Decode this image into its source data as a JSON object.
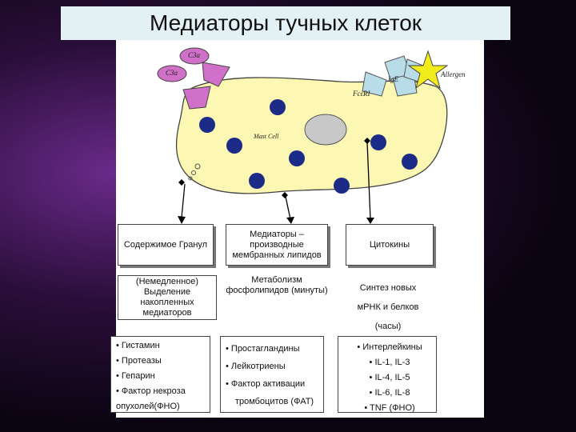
{
  "slide": {
    "title": "Медиаторы тучных клеток"
  },
  "diagram": {
    "labels": {
      "c3a_top": "C3a",
      "c3a_left": "C3a",
      "ige": "IgE",
      "fcri": "FcεRI",
      "allergen": "Allergen",
      "mast_cell": "Mast Cell"
    },
    "columns": [
      {
        "header": "Содержимое Гранул",
        "timing": "(Немедленное) Выделение накопленных медиаторов",
        "items": [
          "• Гистамин",
          "• Протеазы",
          "• Гепарин",
          "• Фактор некроза",
          "опухолей(ФНО)"
        ]
      },
      {
        "header": "Медиаторы – производные мембранных липидов",
        "timing": "Метаболизм фосфолипидов (минуты)",
        "items": [
          "• Простагландины",
          "• Лейкотриены",
          "• Фактор активации",
          "тромбоцитов (ФАТ)"
        ]
      },
      {
        "header": "Цитокины",
        "timing": [
          "Синтез новых",
          "мРНК и белков",
          "(часы)"
        ],
        "items": [
          "• Интерлейкины",
          "• IL-1, IL-3",
          "• IL-4, IL-5",
          "• IL-6, IL-8",
          "• TNF (ФНО)"
        ]
      }
    ]
  },
  "colors": {
    "cell": "#fcf8b4",
    "receptor": "#d070c8",
    "ige": "#b8dce8",
    "allergen": "#f2ec1c",
    "granule": "#1c2a88",
    "nucleus": "#c8c8c8"
  }
}
